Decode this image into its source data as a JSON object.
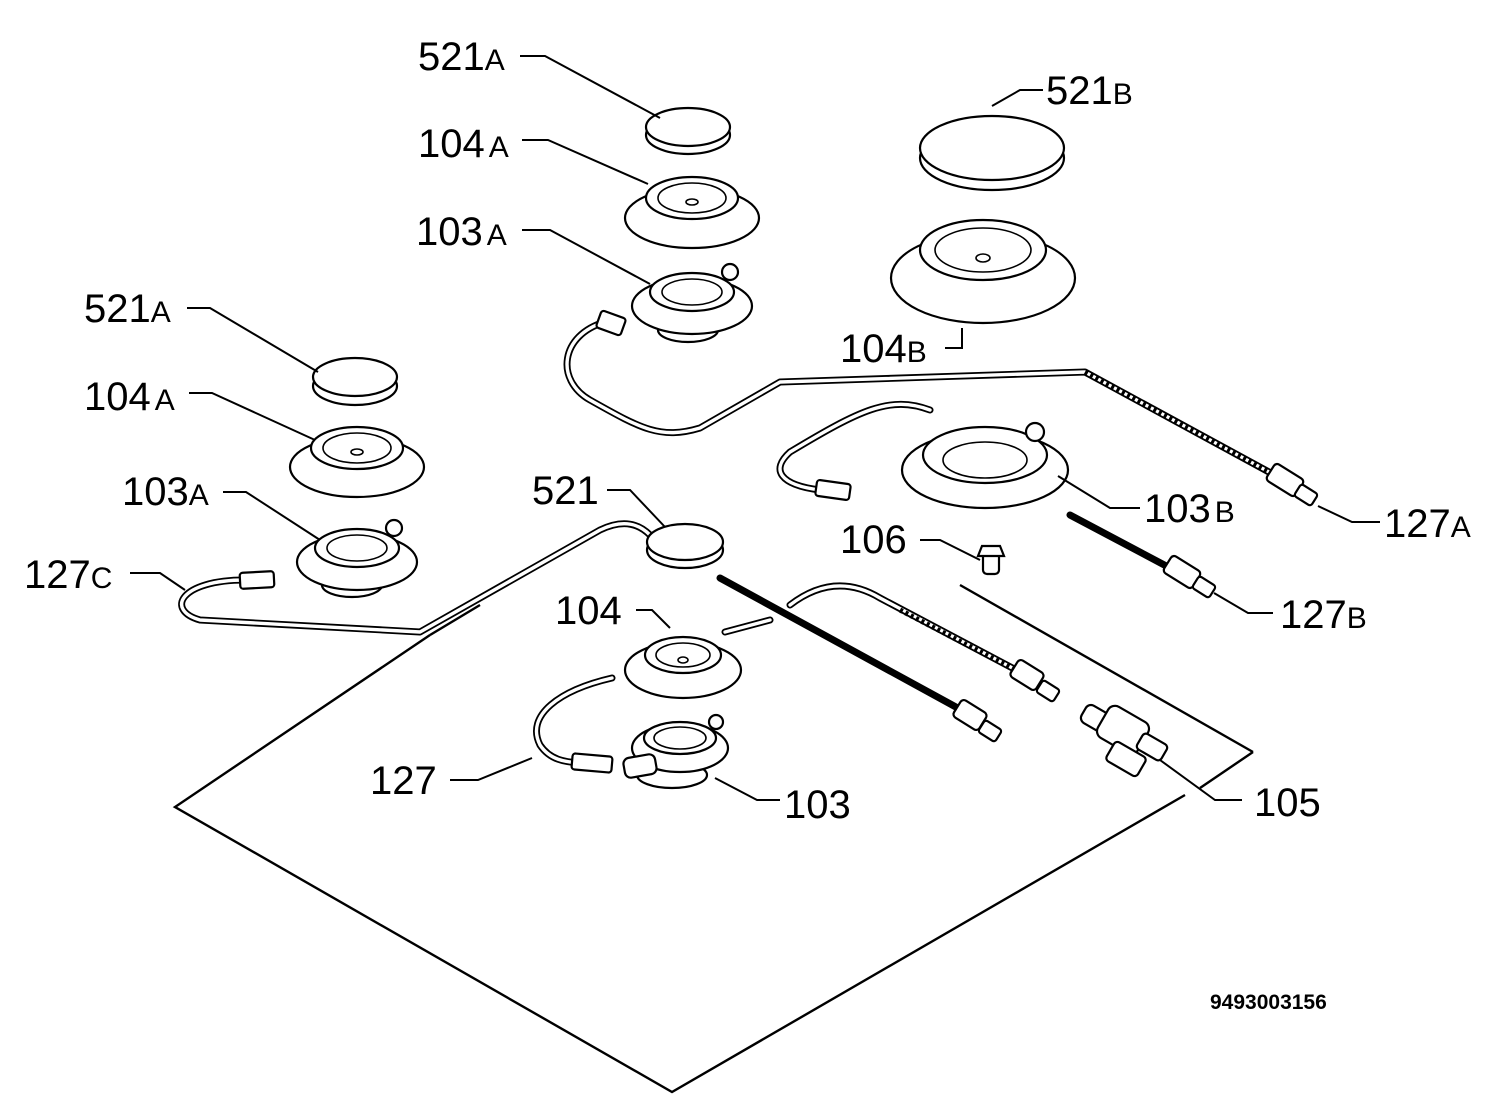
{
  "labels": {
    "cap_top_a": {
      "num": "521",
      "suffix": "A"
    },
    "ring_top_a": {
      "num": "104",
      "suffix": "A"
    },
    "body_top_a": {
      "num": "103",
      "suffix": "A"
    },
    "cap_right_b": {
      "num": "521",
      "suffix": "B"
    },
    "ring_right_b": {
      "num": "104",
      "suffix": "B"
    },
    "cap_left_a": {
      "num": "521",
      "suffix": "A"
    },
    "ring_left_a": {
      "num": "104",
      "suffix": "A"
    },
    "body_left_a": {
      "num": "103",
      "suffix": "A"
    },
    "pipe_left_c": {
      "num": "127",
      "suffix": "C"
    },
    "cap_center": {
      "num": "521",
      "suffix": ""
    },
    "ring_center": {
      "num": "104",
      "suffix": ""
    },
    "pipe_center": {
      "num": "127",
      "suffix": ""
    },
    "body_center": {
      "num": "103",
      "suffix": ""
    },
    "injector": {
      "num": "106",
      "suffix": ""
    },
    "body_right_b": {
      "num": "103",
      "suffix": "B"
    },
    "pipe_right_a": {
      "num": "127",
      "suffix": "A"
    },
    "pipe_right_b": {
      "num": "127",
      "suffix": "B"
    },
    "valve": {
      "num": "105",
      "suffix": ""
    }
  },
  "drawing_code": "9493003156"
}
